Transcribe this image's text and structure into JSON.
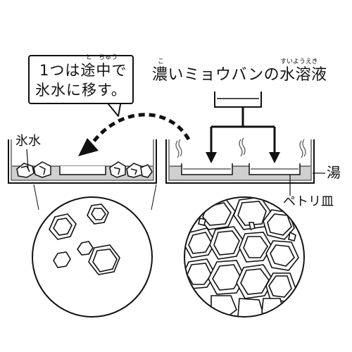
{
  "callout": {
    "line1_pre": "1つは",
    "line1_kanji_a": "途",
    "line1_kanji_b": "中",
    "line1_post": "で",
    "ruby_a": "と",
    "ruby_b": "ちゅう",
    "line2": "氷水に移す。"
  },
  "solution_title": {
    "main": "濃いミョウバンの",
    "main_kanji": "水溶液",
    "ruby_ko": "こ",
    "ruby_kanji": "すいようえき",
    "first_char": "濃"
  },
  "labels": {
    "ice_water": "氷水",
    "hot_water": "湯",
    "petri_dish": "ペトリ皿"
  },
  "colors": {
    "line": "#111111",
    "water_fill": "#cfcfcf",
    "background": "#ffffff"
  }
}
